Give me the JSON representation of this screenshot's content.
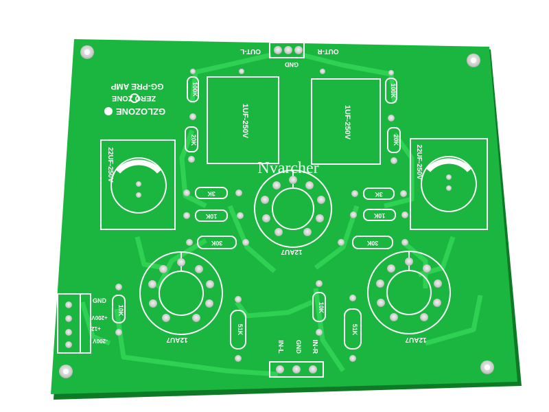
{
  "watermark": "Nvarcher",
  "board": {
    "brand_name": "GZLOZONE",
    "brand_logo_text": "ZERO ZONE",
    "board_title": "GG-PRE AMP",
    "labels": {
      "out_l": "OUT-L",
      "out_r": "OUT-R",
      "gnd_top": "GND",
      "gnd_bottom": "GND",
      "gnd_power": "GND",
      "in_l": "IN-L",
      "in_r": "IN-R",
      "v200p": "+200V",
      "v12": "+12",
      "v200n": "-200V",
      "r100k_l": "100K",
      "r100k_r": "100K",
      "r20k_l": "20K",
      "r20k_r": "20K",
      "cap_film_l": "1UF-250V",
      "cap_film_r": "1UF-250V",
      "cap_elec_l": "22UF-250V",
      "cap_elec_r": "22UF-250V",
      "r3k_l": "3K",
      "r3k_r": "3K",
      "r10k_l": "10K",
      "r10k_r": "10K",
      "r30k_l": "30K",
      "r30k_r": "30K",
      "r10k_in_l": "10K",
      "r10k_in_r": "10K",
      "r51k_l": "51K",
      "r51k_r": "51K",
      "tube_center": "12AU7",
      "tube_left": "12AU7",
      "tube_right": "12AU7"
    }
  },
  "colors": {
    "pcb": "#1bb63f",
    "pcb_edge": "#14902f",
    "trace": "#2ed152",
    "silk": "#ffffff",
    "pad": "#d9dcd9",
    "background": "#ffffff"
  }
}
